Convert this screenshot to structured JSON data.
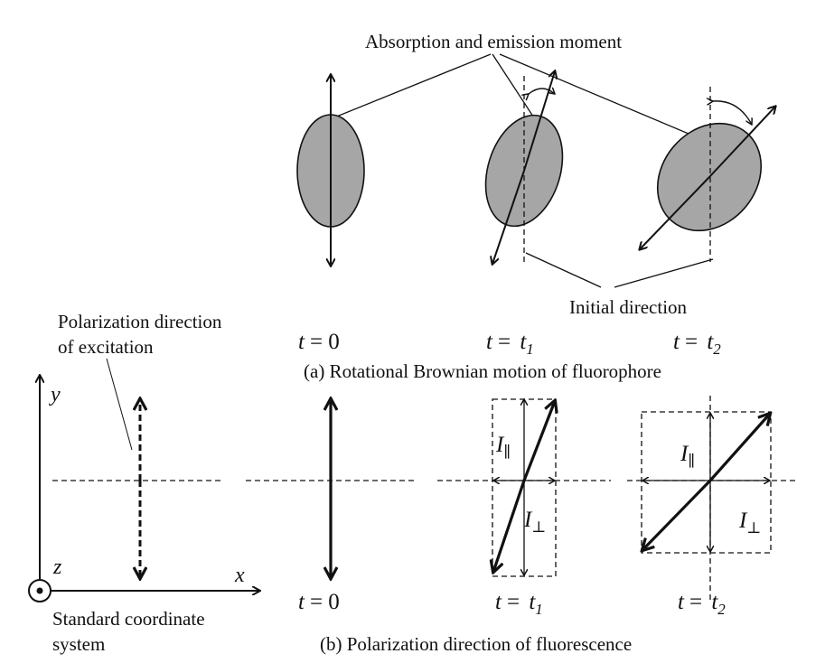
{
  "part_a": {
    "label_moment": "Absorption and emission moment",
    "label_initial": "Initial direction",
    "caption": "(a) Rotational Brownian motion of  fluorophore",
    "times": [
      {
        "var": "t",
        "eq": "= 0",
        "value": "",
        "sub": ""
      },
      {
        "var": "t",
        "eq": "= ",
        "value": "t",
        "sub": "1"
      },
      {
        "var": "t",
        "eq": "= ",
        "value": "t",
        "sub": "2"
      }
    ],
    "rotation_angles_deg": [
      0,
      17,
      40
    ]
  },
  "part_b": {
    "label_polarization_line1": "Polarization direction",
    "label_polarization_line2": "of  excitation",
    "axis_y": "y",
    "axis_x": "x",
    "axis_z": "z",
    "coord_line1": "Standard coordinate",
    "coord_line2": "system",
    "caption": "(b) Polarization direction of  fluorescence",
    "times": [
      {
        "var": "t",
        "eq": "= 0",
        "value": "",
        "sub": ""
      },
      {
        "var": "t",
        "eq": "= ",
        "value": "t",
        "sub": "1"
      },
      {
        "var": "t",
        "eq": "= ",
        "value": "t",
        "sub": "2"
      }
    ],
    "i_parallel": "I",
    "i_parallel_sub": "∥",
    "i_perp": "I",
    "i_perp_sub": "⊥"
  },
  "colors": {
    "ellipse_fill": "#a6a6a6",
    "stroke": "#111111"
  }
}
